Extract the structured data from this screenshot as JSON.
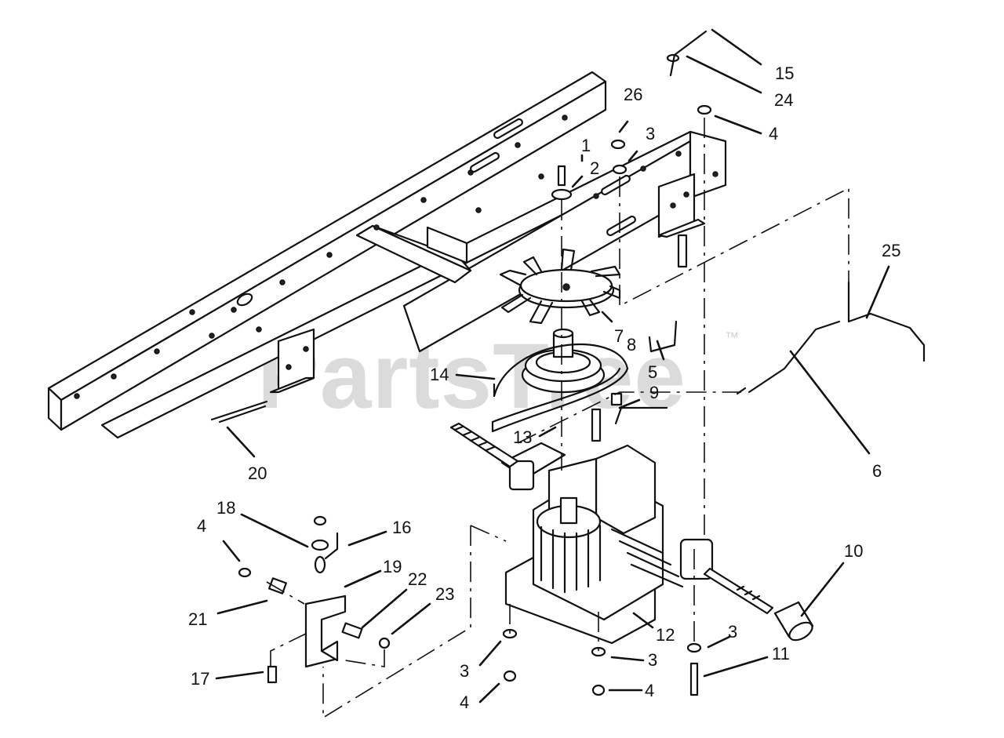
{
  "watermark": {
    "text": "PartsTree",
    "trademark": "™"
  },
  "callouts": [
    "1",
    "2",
    "3",
    "3",
    "3",
    "3",
    "4",
    "4",
    "4",
    "4",
    "5",
    "6",
    "7",
    "8",
    "9",
    "10",
    "11",
    "12",
    "13",
    "14",
    "15",
    "16",
    "17",
    "18",
    "19",
    "20",
    "21",
    "22",
    "23",
    "24",
    "25",
    "26"
  ]
}
